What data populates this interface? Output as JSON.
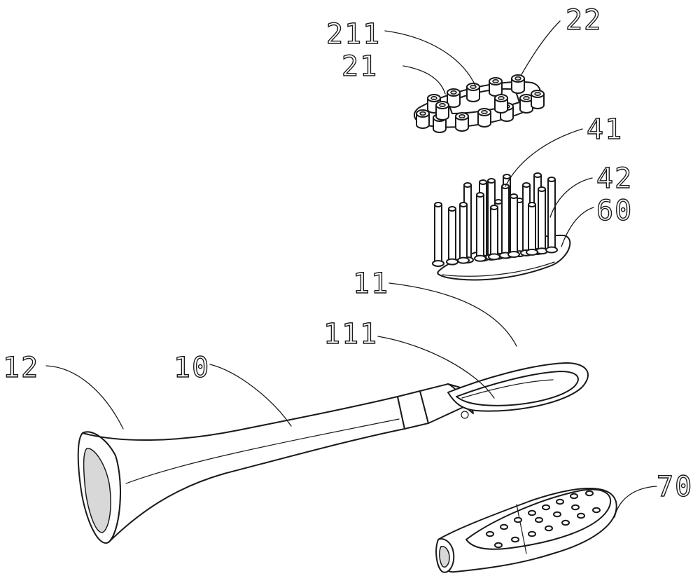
{
  "labels": {
    "l211": "211",
    "l22": "22",
    "l21": "21",
    "l41": "41",
    "l42": "42",
    "l60": "60",
    "l11": "11",
    "l111": "111",
    "l12": "12",
    "l10": "10",
    "l70": "70"
  }
}
